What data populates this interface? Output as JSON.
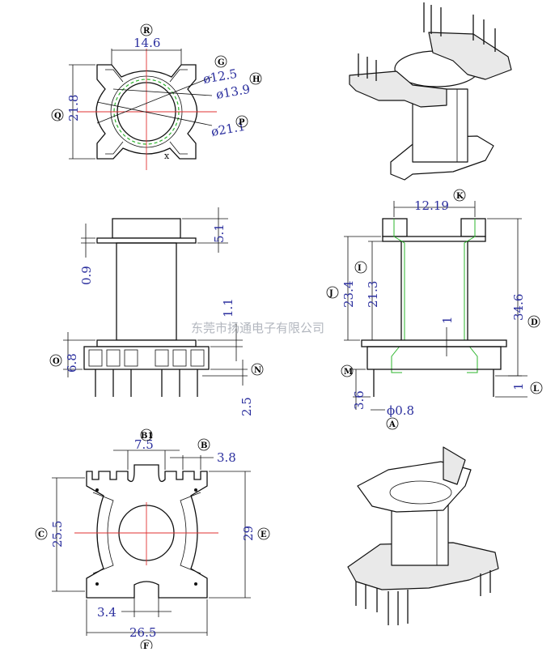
{
  "watermark": "东莞市扬通电子有限公司",
  "top_view": {
    "dims": {
      "width": "14.6",
      "height": "21.8",
      "d1": "ø12.5",
      "d2": "ø13.9",
      "d3": "ø21.1",
      "mark_x": "x"
    },
    "labels": {
      "R": "R",
      "Q": "Q",
      "G": "G",
      "H": "H",
      "P": "P"
    }
  },
  "front_view": {
    "dims": {
      "top_flange": "5.1",
      "flange_gap": "0.9",
      "step": "1.1",
      "base_h": "6.8",
      "pin_len": "2.5"
    },
    "labels": {
      "O": "O",
      "N": "N"
    }
  },
  "section_view": {
    "dims": {
      "inner_w": "12.19",
      "total_h": "34.6",
      "h1": "23.4",
      "h2": "21.3",
      "wall": "1",
      "pin_len": "3.6",
      "pin_d": "ϕ0.8",
      "pin_step": "1"
    },
    "labels": {
      "K": "K",
      "I": "I",
      "J": "J",
      "D": "D",
      "M": "M",
      "L": "L",
      "A": "A"
    }
  },
  "bottom_view": {
    "dims": {
      "pitch_b1": "7.5",
      "pitch_b": "3.8",
      "height_c": "25.5",
      "height_e": "29",
      "slot": "3.4",
      "width_f": "26.5"
    },
    "labels": {
      "B1": "B1",
      "B": "B",
      "C": "C",
      "E": "E",
      "F": "F"
    }
  }
}
